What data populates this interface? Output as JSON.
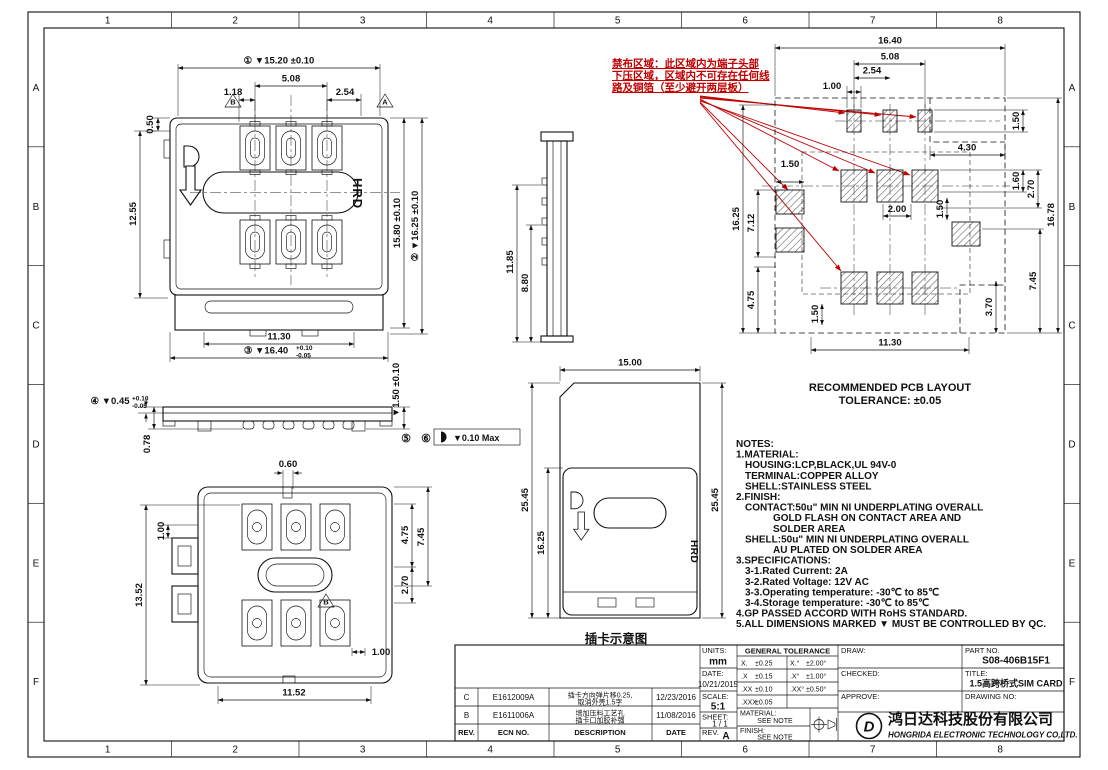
{
  "sheet": {
    "cols": [
      "1",
      "2",
      "3",
      "4",
      "5",
      "6",
      "7",
      "8"
    ],
    "rows": [
      "A",
      "B",
      "C",
      "D",
      "E",
      "F"
    ]
  },
  "warning": {
    "line1": "禁布区域：此区域内为端子头部",
    "line2": "下压区域，区域内不可存在任何线",
    "line3": "路及铜箔（至少避开两层板）"
  },
  "top_view": {
    "hrd": "HRD",
    "datum_left": "B",
    "datum_right": "A",
    "dim_overall_width": "① ▼15.20 ±0.10",
    "dim_5_08": "5.08",
    "dim_1_18": "1.18",
    "dim_2_54": "2.54",
    "dim_0_50": "0.50",
    "dim_12_55": "12.55",
    "dim_15_80": "15.80 ±0.10",
    "dim_16_25": "② ▼16.25 ±0.10",
    "dim_11_30": "11.30",
    "dim_16_40": "③ ▼16.40",
    "dim_16_40_tol_plus": "+0.10",
    "dim_16_40_tol_minus": "-0.05"
  },
  "side_view": {
    "dim_11_85": "11.85",
    "dim_8_80": "8.80"
  },
  "pcb_layout": {
    "caption_line1": "RECOMMENDED PCB LAYOUT",
    "caption_line2": "TOLERANCE:  ±0.05",
    "dim_16_40": "16.40",
    "dim_5_08": "5.08",
    "dim_2_54": "2.54",
    "dim_1_00": "1.00",
    "dim_1_50_top_right": "1.50",
    "dim_4_30": "4.30",
    "dim_1_50_left": "1.50",
    "dim_1_60": "1.60",
    "dim_2_70": "2.70",
    "dim_2_00": "2.00",
    "dim_1_50_mid": "1.50",
    "dim_16_78": "16.78",
    "dim_7_45": "7.45",
    "dim_16_25": "16.25",
    "dim_7_12": "7.12",
    "dim_4_75": "4.75",
    "dim_1_50_bottom": "1.50",
    "dim_3_70": "3.70",
    "dim_11_30": "11.30"
  },
  "profile_view": {
    "dim_0_45": "④ ▼0.45",
    "dim_0_45_tol_plus": "+0.10",
    "dim_0_45_tol_minus": "-0.05",
    "dim_0_78": "0.78",
    "dim_1_50": "▼1.50 ±0.10",
    "marker_5": "⑤",
    "marker_6": "⑥",
    "flatness": "▼0.10 Max"
  },
  "bottom_view": {
    "datum": "B",
    "dim_0_60": "0.60",
    "dim_13_52": "13.52",
    "dim_1_00_left": "1.00",
    "dim_4_75": "4.75",
    "dim_7_45": "7.45",
    "dim_2_70": "2.70",
    "dim_1_00_bottom": "1.00",
    "dim_11_52": "11.52"
  },
  "insert_view": {
    "hrd": "HRD",
    "caption": "插卡示意图",
    "dim_15_00": "15.00",
    "dim_25_45_left": "25.45",
    "dim_16_25": "16.25",
    "dim_25_45_right": "25.45"
  },
  "notes": {
    "lines": [
      "NOTES:",
      "1.MATERIAL:",
      "HOUSING:LCP,BLACK,UL 94V-0",
      "TERMINAL:COPPER ALLOY",
      "SHELL:STAINLESS STEEL",
      "2.FINISH:",
      "CONTACT:50u\" MIN NI UNDERPLATING OVERALL",
      "GOLD FLASH ON CONTACT AREA AND",
      "SOLDER AREA",
      "SHELL:50u\" MIN NI UNDERPLATING OVERALL",
      "AU PLATED ON SOLDER AREA",
      "3.SPECIFICATIONS:",
      "3-1.Rated Current: 2A",
      "3-2.Rated Voltage: 12V AC",
      "3-3.Operating temperature: -30℃  to 85℃",
      "3-4.Storage temperature: -30℃  to 85℃",
      "4.GP PASSED ACCORD WITH RoHS STANDARD.",
      "5.ALL DIMENSIONS MARKED ▼ MUST BE CONTROLLED BY QC."
    ]
  },
  "title_block": {
    "rev_rows": [
      {
        "rev": "C",
        "ecn": "E1612009A",
        "desc_line1": "插卡方向弹片移0.25,",
        "desc_line2": "取消外壳1.5字",
        "date": "12/23/2016"
      },
      {
        "rev": "B",
        "ecn": "E1611006A",
        "desc_line1": "增加压料工艺孔",
        "desc_line2": "插卡口加胶补强",
        "date": "11/08/2016"
      }
    ],
    "header_rev": "REV.",
    "header_ecn": "ECN NO.",
    "header_desc": "DESCRIPTION",
    "header_date": "DATE",
    "units_label": "UNITS:",
    "units_value": "mm",
    "date_label": "DATE:",
    "date_value": "10/21/2015",
    "scale_label": "SCALE:",
    "scale_value": "5:1",
    "sheet_label": "SHEET:",
    "sheet_value": "1 / 1",
    "rev_label": "REV.",
    "rev_value": "A",
    "tol_header": "GENERAL TOLERANCE",
    "tol_x_label": "X.",
    "tol_x_value": "±0.25",
    "tol_xa_label": "X.°",
    "tol_xa_value": "±2.00°",
    "tol_x1_label": ".X",
    "tol_x1_value": "±0.15",
    "tol_x1a_label": ".X°",
    "tol_x1a_value": "±1.00°",
    "tol_x2_label": ".XX",
    "tol_x2_value": "±0.10",
    "tol_x2a_label": ".XX°",
    "tol_x2a_value": "±0.50°",
    "tol_x3_label": ".XXX",
    "tol_x3_value": "±0.05",
    "material_label": "MATERIAL:",
    "material_value": "SEE NOTE",
    "finish_label": "FINISH:",
    "finish_value": "SEE NOTE",
    "draw_label": "DRAW:",
    "checked_label": "CHECKED:",
    "approve_label": "APPROVE:",
    "part_no_label": "PART NO.",
    "part_no_value": "S08-406B15F1",
    "title_label": "TITLE:",
    "title_value": "1.5高跨桥式SIM CARD",
    "drawing_no_label": "DRAWING NO:",
    "logo_letter": "D",
    "company_cn": "鸿日达科技股份有限公司",
    "company_en": "HONGRIDA ELECTRONIC TECHNOLOGY CO,LTD."
  }
}
